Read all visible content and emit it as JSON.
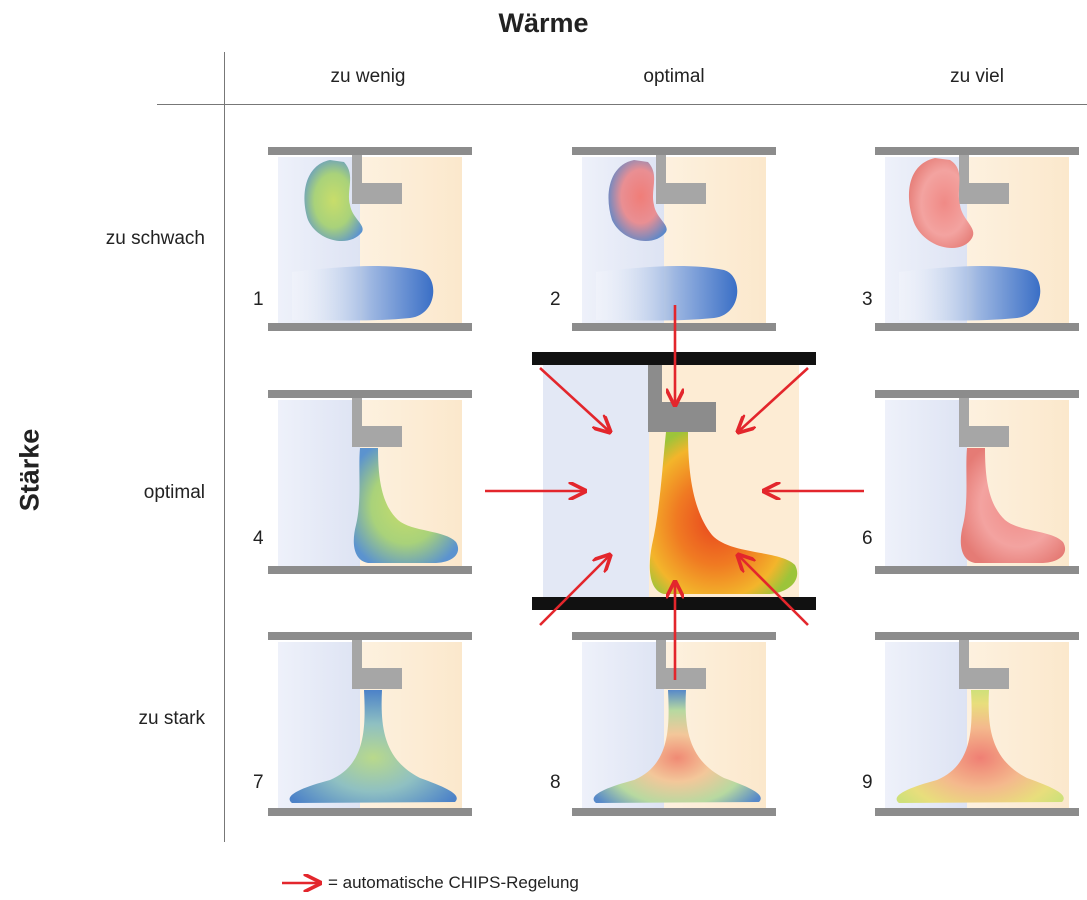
{
  "titles": {
    "x_axis": "Wärme",
    "y_axis": "Stärke"
  },
  "columns": [
    "zu wenig",
    "optimal",
    "zu viel"
  ],
  "rows": [
    "zu schwach",
    "optimal",
    "zu stark"
  ],
  "cells": [
    "1",
    "2",
    "3",
    "4",
    "",
    "6",
    "7",
    "8",
    "9"
  ],
  "legend": {
    "text": "= automatische CHIPS-Regelung",
    "arrow_color": "#e3262c"
  },
  "colors": {
    "cold_bg": "#e6eaf6",
    "warm_bg": "#fdf0dc",
    "plate": "#8c8c8c",
    "electrode": "#a6a6a6",
    "arrow": "#e3262c"
  }
}
